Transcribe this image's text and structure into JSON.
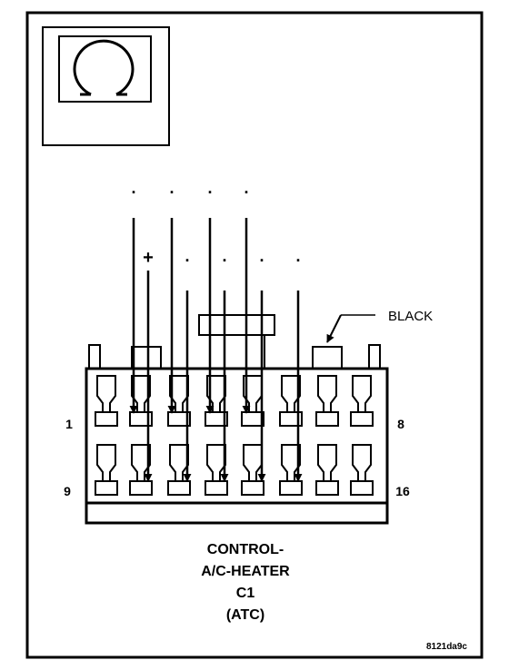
{
  "icon": {
    "name": "connector-face-icon"
  },
  "top_marks": [
    ".",
    ".",
    ".",
    "."
  ],
  "lower_marks": [
    "+",
    ".",
    ".",
    ".",
    "."
  ],
  "callout": {
    "label": "BLACK"
  },
  "pin_labels": {
    "top_left": "1",
    "top_right": "8",
    "bottom_left": "9",
    "bottom_right": "16"
  },
  "caption": {
    "line1": "CONTROL-",
    "line2": "A/C-HEATER",
    "line3": "C1",
    "line4": "(ATC)"
  },
  "figure_id": "8121da9c",
  "colors": {
    "ink": "#000000",
    "paper": "#ffffff"
  }
}
